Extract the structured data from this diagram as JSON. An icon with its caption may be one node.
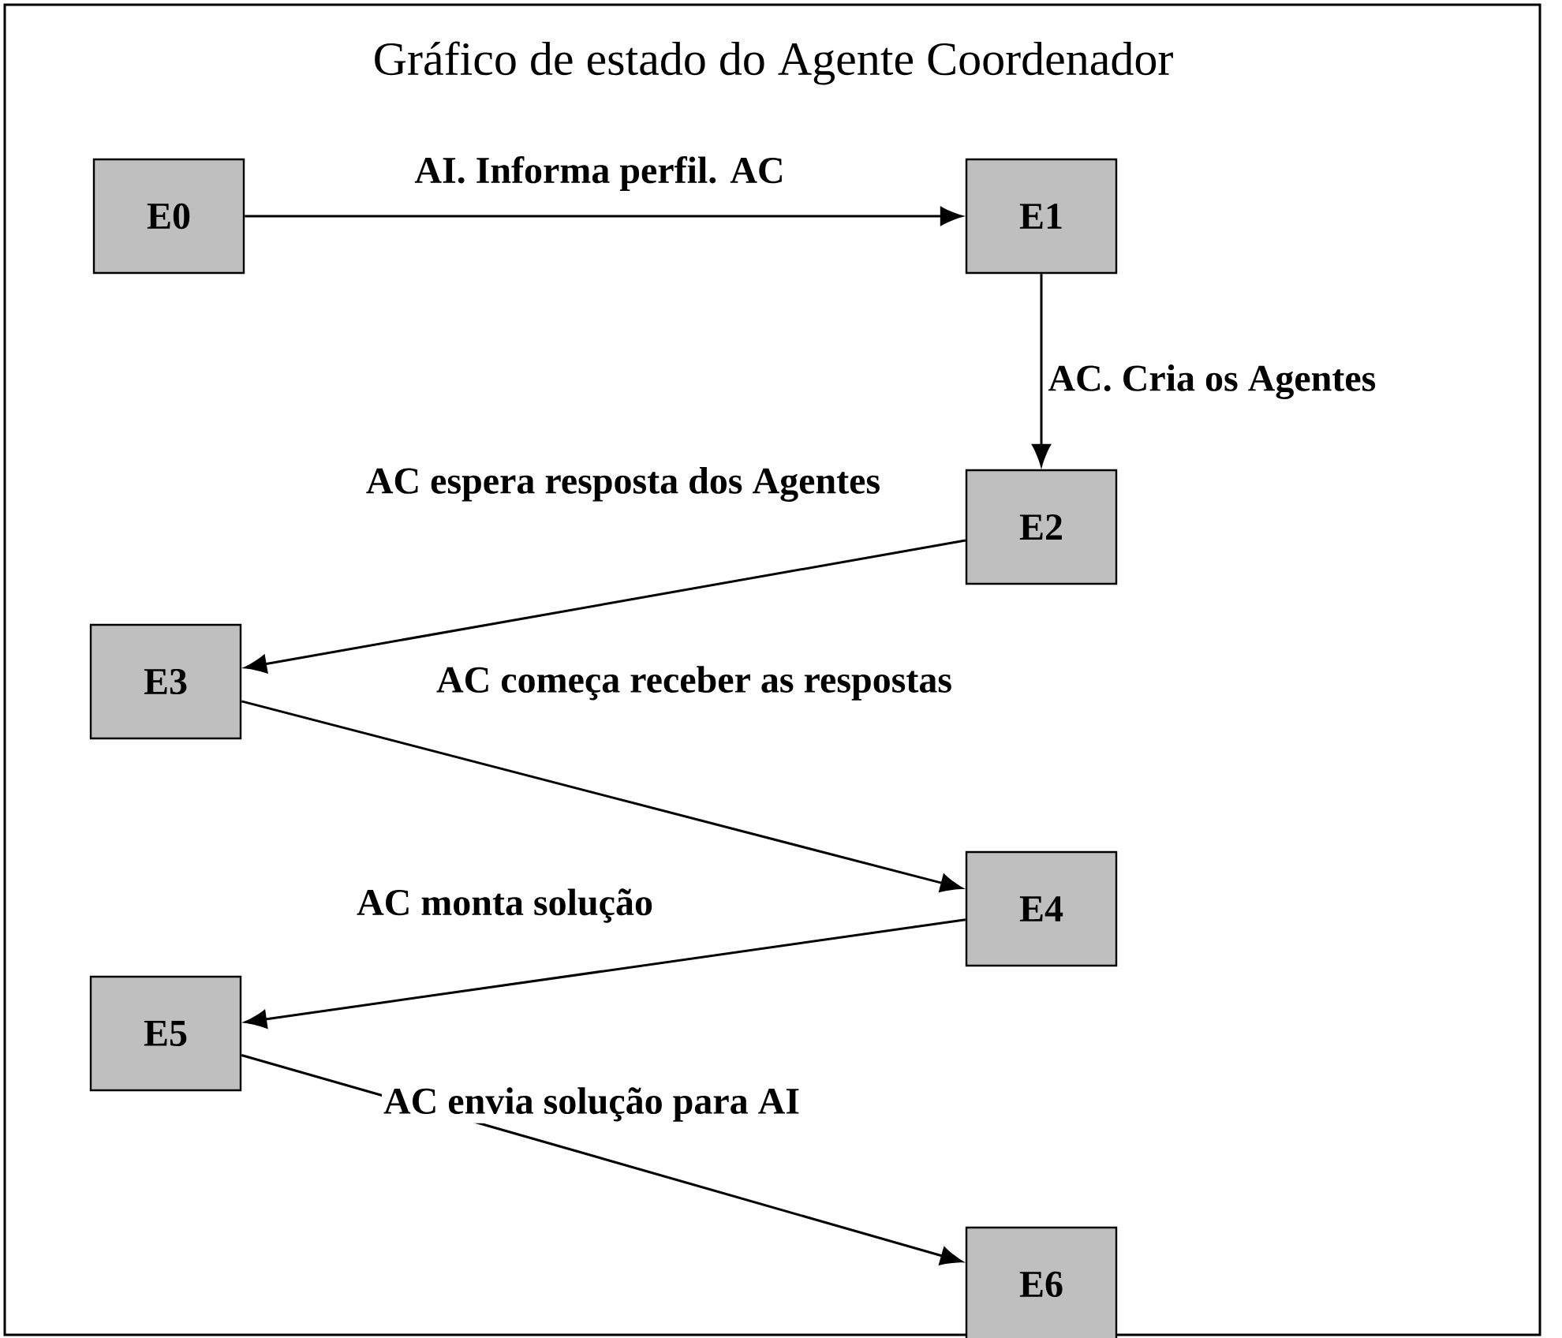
{
  "diagram": {
    "title": "Gráfico de estado do Agente Coordenador",
    "nodes": [
      {
        "text": [
          "E0"
        ]
      },
      {
        "text": [
          "E1"
        ]
      },
      {
        "text": [
          "E2"
        ]
      },
      {
        "text": [
          "E3"
        ]
      },
      {
        "text": [
          "E4"
        ]
      },
      {
        "text": [
          "E5"
        ]
      },
      {
        "text": [
          "E6"
        ]
      }
    ],
    "edges": [
      {
        "from": 0,
        "to": 1,
        "arrow": "to",
        "label": "AI. Informa perfil. AC"
      },
      {
        "from": 1,
        "to": 2,
        "arrow": "to",
        "label": "AC. Cria os  Agentes"
      },
      {
        "from": 2,
        "to": 3,
        "arrow": "to",
        "label": "AC espera resposta dos Agentes"
      },
      {
        "from": 3,
        "to": 4,
        "arrow": "to",
        "label": "AC começa receber as respostas"
      },
      {
        "from": 4,
        "to": 5,
        "arrow": "to",
        "label": "AC monta solução"
      },
      {
        "from": 5,
        "to": 6,
        "arrow": "to",
        "label": "AC envia solução para AI"
      }
    ]
  }
}
